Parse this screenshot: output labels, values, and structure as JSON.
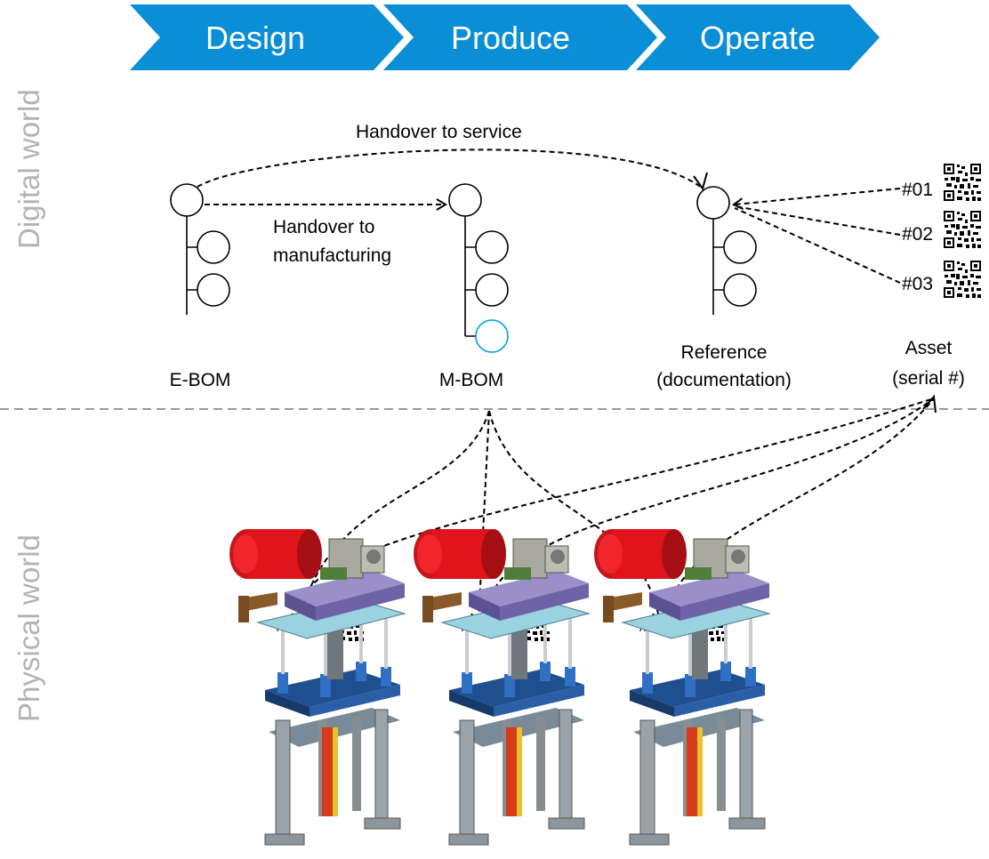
{
  "process_steps": [
    "Design",
    "Produce",
    "Operate"
  ],
  "side_labels": {
    "top": "Digital world",
    "bottom": "Physical world"
  },
  "handover": {
    "service": "Handover to service",
    "manufacturing_line1": "Handover to",
    "manufacturing_line2": "manufacturing"
  },
  "structures": {
    "ebom": "E-BOM",
    "mbom": "M-BOM",
    "reference_line1": "Reference",
    "reference_line2": "(documentation)",
    "asset_line1": "Asset",
    "asset_line2": "(serial #)"
  },
  "serials": [
    "#01",
    "#02",
    "#03"
  ],
  "colors": {
    "chevron": "#0a8fd6",
    "separator": "#9a9a9a",
    "added_node": "#1ca6e3",
    "side_text": "#b3b3b3"
  },
  "icons": [
    "qr-code-icon",
    "machine-image"
  ]
}
